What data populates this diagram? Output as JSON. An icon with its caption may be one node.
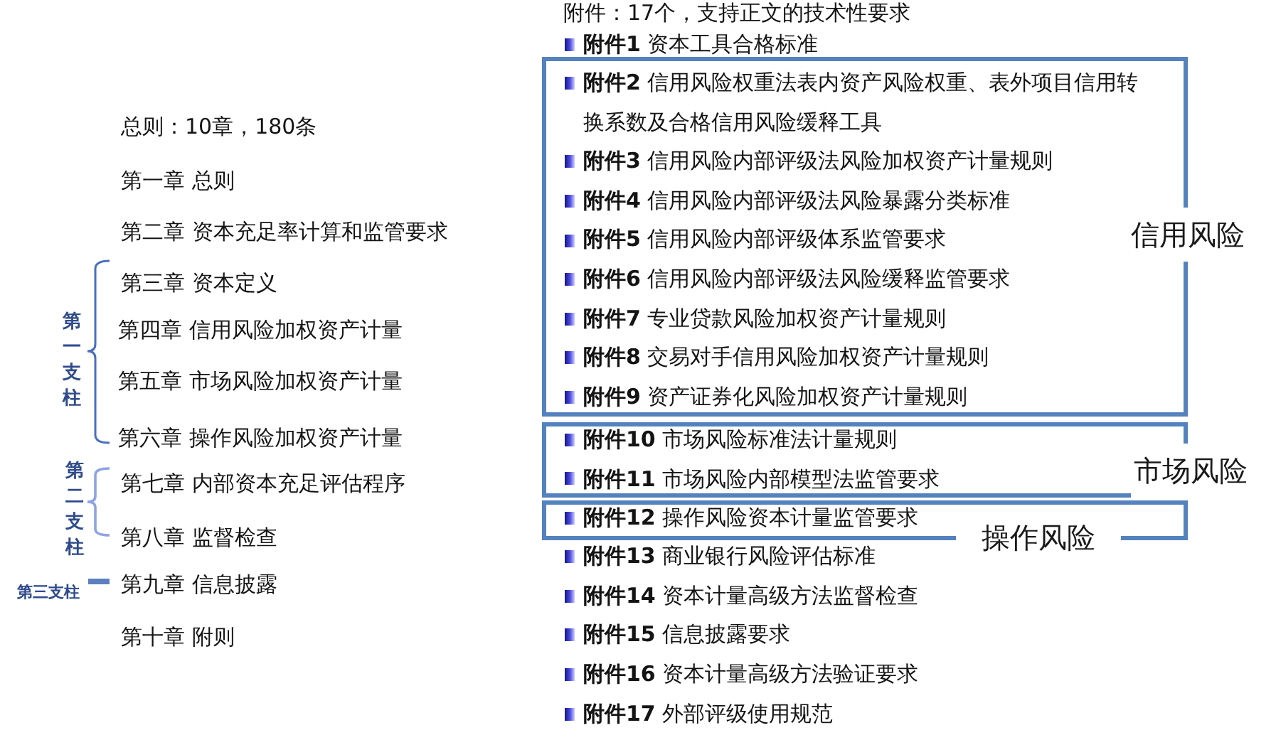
{
  "diagram": {
    "nodes": [
      {
        "text": [
          "信用风险",
          "**附件2** 信用风险权重法表内资产风险权重、表外项目信用转换系数及合格信用风险缓释工具",
          "**附件3** 信用风险内部评级法风险加权资产计量规则",
          "**附件4** 信用风险内部评级法风险暴露分类标准",
          "**附件5** 信用风险内部评级体系监管要求",
          "**附件6** 信用风险内部评级法风险缓释监管要求",
          "**附件7** 专业贷款风险加权资产计量规则",
          "**附件8** 交易对手信用风险加权资产计量规则",
          "**附件9** 资产证券化风险加权资产计量规则"
        ]
      },
      {
        "text": [
          "市场风险",
          "**附件10** 市场风险标准法计量规则",
          "**附件11** 市场风险内部模型法监管要求"
        ]
      },
      {
        "text": [
          "操作风险",
          "**附件12** 操作风险资本计量监管要求"
        ]
      }
    ],
    "labels": [
      "总则：10章，180条",
      "第一章 总则",
      "第二章 资本充足率计算和监管要求",
      "第一支柱",
      "第三章 资本定义",
      "第四章 信用风险加权资产计量",
      "第五章 市场风险加权资产计量",
      "第六章 操作风险加权资产计量",
      "第二支柱",
      "第七章 内部资本充足评估程序",
      "第八章 监督检查",
      "第三支柱",
      "第九章 信息披露",
      "第十章 附则",
      "附件：17个，支持正文的技术性要求",
      "**附件1** 资本工具合格标准",
      "**附件13** 商业银行风险评估标准",
      "**附件14** 资本计量高级方法监督检查",
      "**附件15** 信息披露要求",
      "**附件16** 资本计量高级方法验证要求",
      "**附件17** 外部评级使用规范"
    ]
  }
}
